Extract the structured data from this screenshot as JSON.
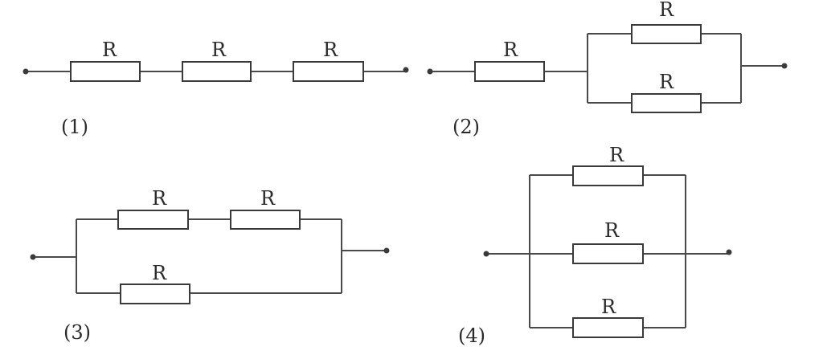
{
  "diagram": {
    "resistor_symbol": "R",
    "circuits": [
      {
        "label": "(1)",
        "resistor_labels": [
          "R",
          "R",
          "R"
        ]
      },
      {
        "label": "(2)",
        "resistor_labels": [
          "R",
          "R",
          "R"
        ]
      },
      {
        "label": "(3)",
        "resistor_labels": [
          "R",
          "R",
          "R"
        ]
      },
      {
        "label": "(4)",
        "resistor_labels": [
          "R",
          "R",
          "R"
        ]
      }
    ]
  }
}
